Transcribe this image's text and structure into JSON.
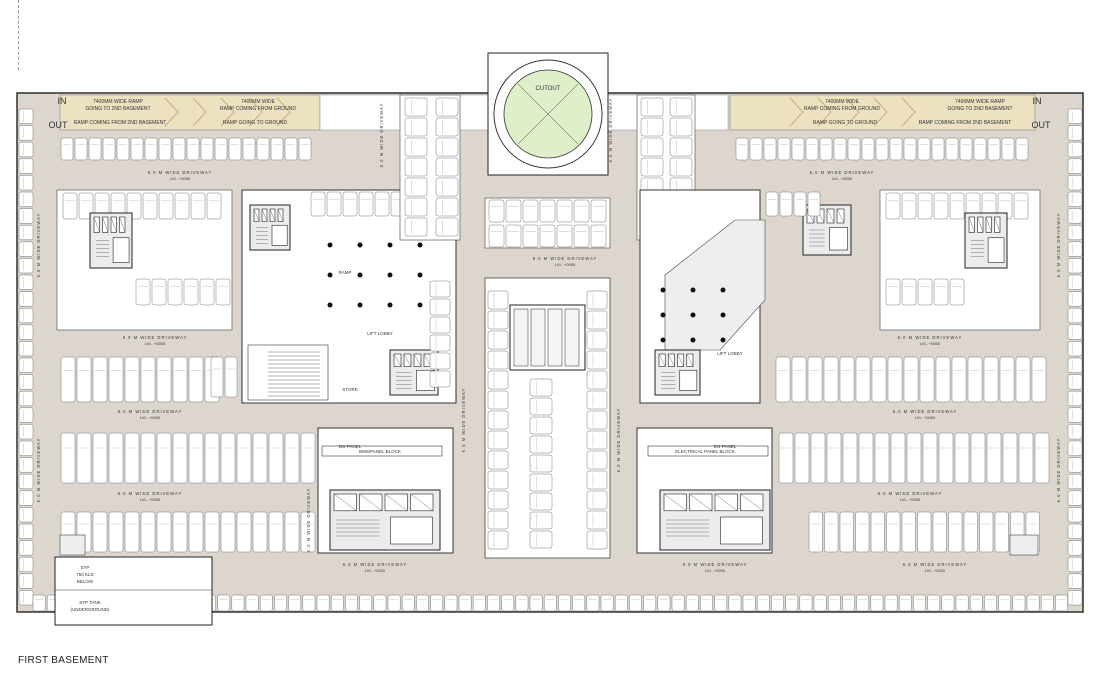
{
  "title": "FIRST BASEMENT",
  "cutout_label": "CUTOUT",
  "entry_labels": {
    "left_in": "IN",
    "left_out": "OUT",
    "right_in": "IN",
    "right_out": "OUT"
  },
  "ramps": {
    "left_1": "7400MM WIDE RAMP",
    "left_2": "GOING TO 2ND BASEMENT",
    "left_3": "7400MM WIDE",
    "left_4": "RAMP COMING FROM GROUND",
    "left_5": "RAMP COMING FROM 2ND BASEMENT",
    "left_6": "RAMP GOING TO GROUND",
    "right_1": "7400MM WIDE",
    "right_2": "RAMP COMING FROM GROUND",
    "right_3": "7400MM WIDE RAMP",
    "right_4": "GOING TO 2ND BASEMENT",
    "right_5": "RAMP GOING TO GROUND",
    "right_6": "RAMP COMING FROM 2ND BASEMENT"
  },
  "driveway_label": "6.0 M WIDE DRIVEWAY",
  "level_label": "LVL. +0000",
  "stp": {
    "line1": "STP",
    "line2": "750 KLD",
    "line3": "BELOW",
    "tank1": "STP TANK",
    "tank2": "(UNDERGROUND)"
  },
  "rooms": {
    "lift_lobby": "LIFT LOBBY",
    "ramp": "RAMP",
    "store": "STORE",
    "panel": "DG PANEL",
    "panel2": "BMS/PANEL BLOCK",
    "electrical": "ELECTRICAL PANEL BLOCK"
  },
  "colors": {
    "driveway": "#ddd6cf",
    "ramp": "#ece2c2",
    "cutout": "#deefc9",
    "core": "#ececec",
    "line": "#3a3a3a"
  }
}
